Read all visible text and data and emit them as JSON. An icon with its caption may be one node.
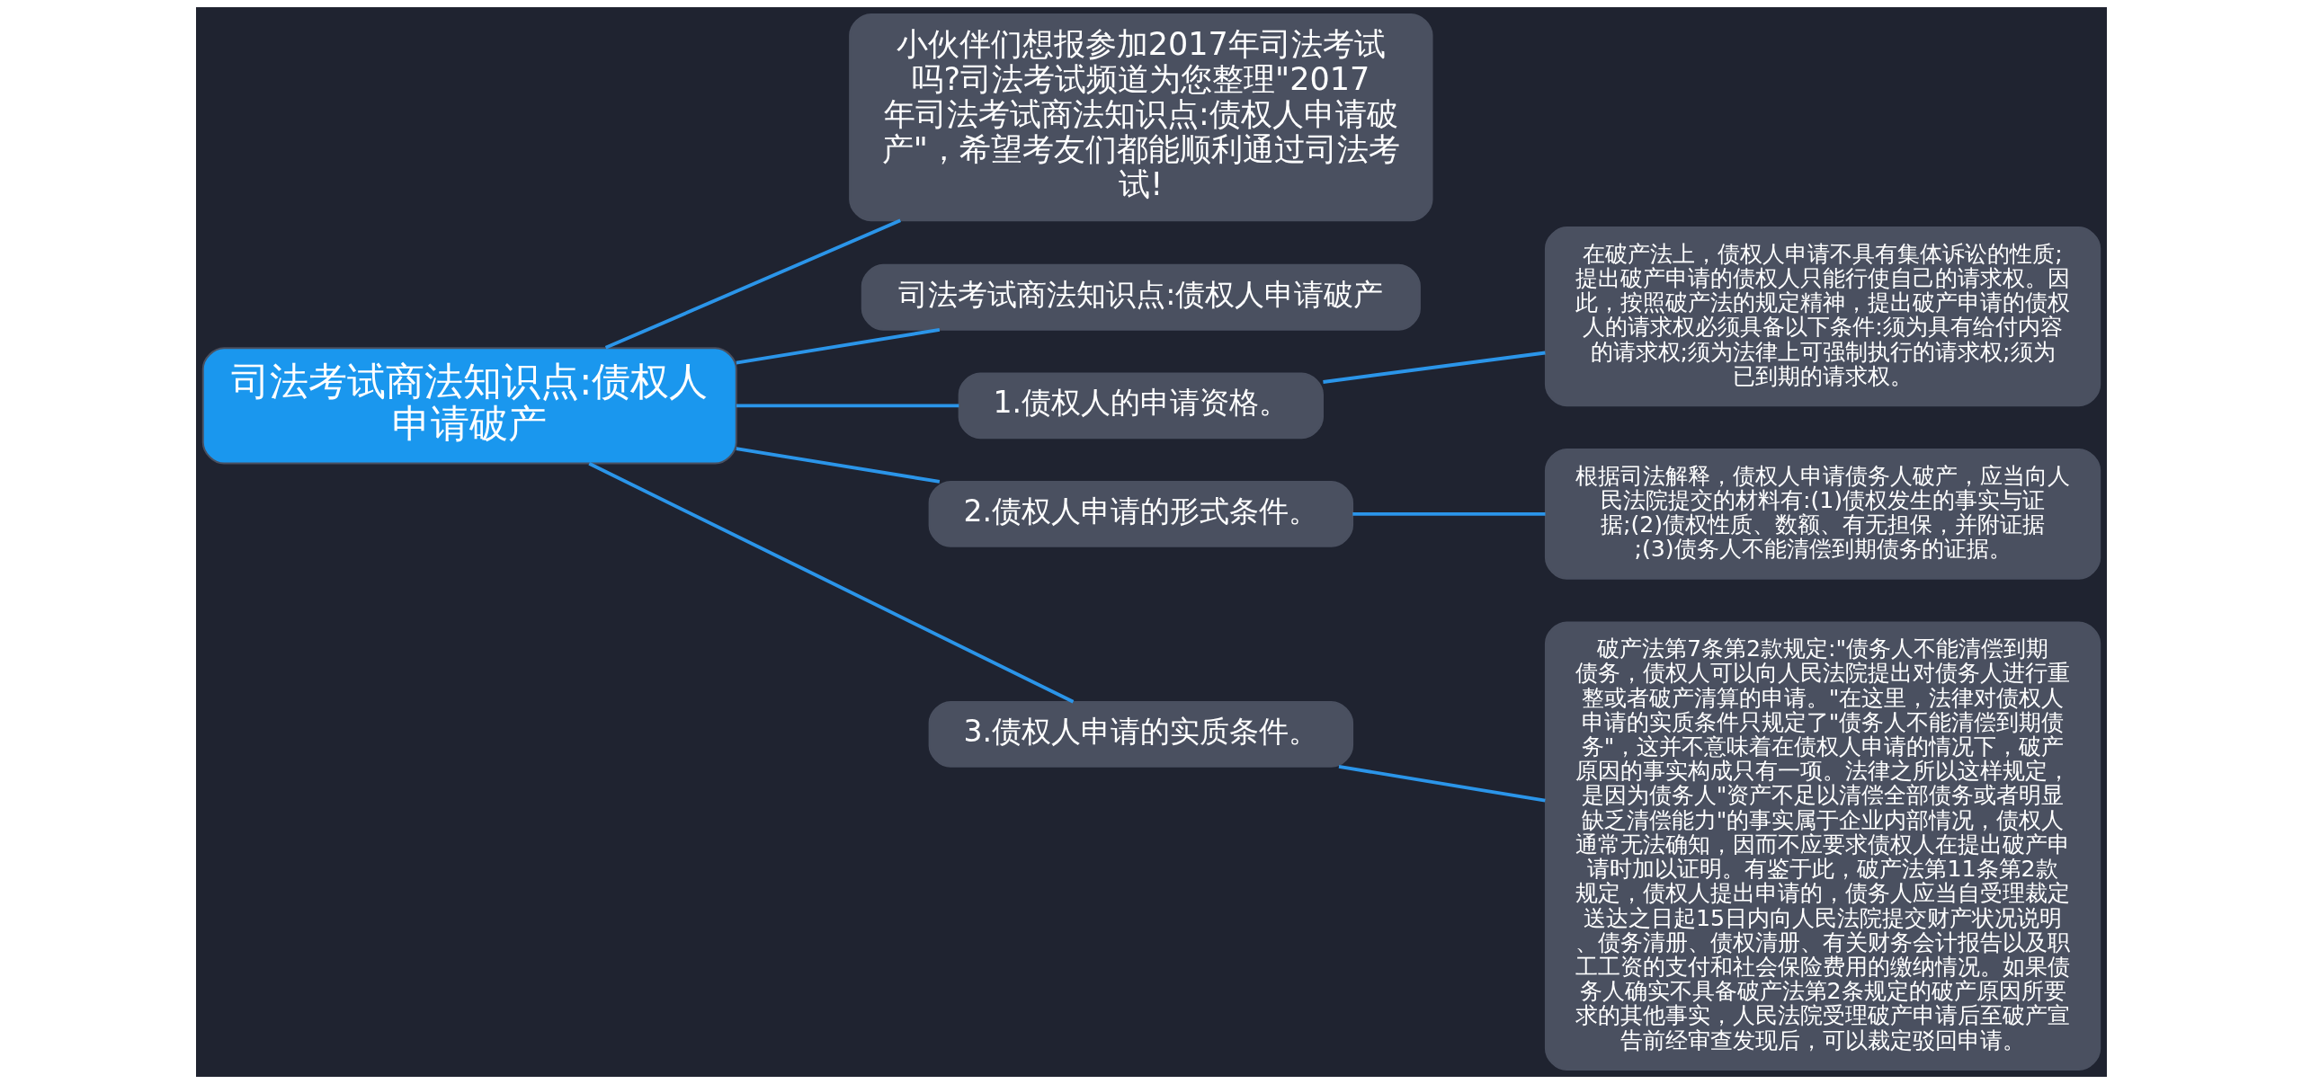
{
  "diagram": {
    "nodes": [
      {
        "text": [
          "司法考试商法知识点:债权人申请破产"
        ]
      },
      {
        "text": [
          "小伙伴们想报参加2017年司法考试吗?司法考试频道为您整理\"2017年司法考试商法知识点:债权人申请破产\"，希望考友们都能顺利通过司法考试!"
        ]
      },
      {
        "text": [
          "司法考试商法知识点:债权人申请破产"
        ]
      },
      {
        "text": [
          "1.债权人的申请资格。"
        ]
      },
      {
        "text": [
          "在破产法上，债权人申请不具有集体诉讼的性质;提出破产申请的债权人只能行使自己的请求权。因此，按照破产法的规定精神，提出破产申请的债权人的请求权必须具备以下条件:须为具有给付内容的请求权;须为法律上可强制执行的请求权;须为已到期的请求权。"
        ]
      },
      {
        "text": [
          "2.债权人申请的形式条件。"
        ]
      },
      {
        "text": [
          "根据司法解释，债权人申请债务人破产，应当向人民法院提交的材料有:(1)债权发生的事实与证据;(2)债权性质、数额、有无担保，并附证据;(3)债务人不能清偿到期债务的证据。"
        ]
      },
      {
        "text": [
          "3.债权人申请的实质条件。"
        ]
      },
      {
        "text": [
          "破产法第7条第2款规定:\"债务人不能清偿到期债务，债权人可以向人民法院提出对债务人进行重整或者破产清算的申请。\"在这里，法律对债权人申请的实质条件只规定了\"债务人不能清偿到期债务\"，这并不意味着在债权人申请的情况下，破产原因的事实构成只有一项。法律之所以这样规定，是因为债务人\"资产不足以清偿全部债务或者明显缺乏清偿能力\"的事实属于企业内部情况，债权人通常无法确知，因而不应要求债权人在提出破产申请时加以证明。有鉴于此，破产法第11条第2款规定，债权人提出申请的，债务人应当自受理裁定送达之日起15日内向人民法院提交财产状况说明、债务清册、债权清册、有关财务会计报告以及职工工资的支付和社会保险费用的缴纳情况。如果债务人确实不具备破产法第2条规定的破产原因所要求的其他事实，人民法院受理破产申请后至破产宣告前经审查发现后，可以裁定驳回申请。"
        ]
      }
    ],
    "edges": [
      {
        "from": 0,
        "to": 1,
        "arrow": "none"
      },
      {
        "from": 0,
        "to": 2,
        "arrow": "none"
      },
      {
        "from": 0,
        "to": 3,
        "arrow": "none"
      },
      {
        "from": 3,
        "to": 4,
        "arrow": "none"
      },
      {
        "from": 0,
        "to": 5,
        "arrow": "none"
      },
      {
        "from": 5,
        "to": 6,
        "arrow": "none"
      },
      {
        "from": 0,
        "to": 7,
        "arrow": "none"
      },
      {
        "from": 7,
        "to": 8,
        "arrow": "none"
      }
    ]
  }
}
